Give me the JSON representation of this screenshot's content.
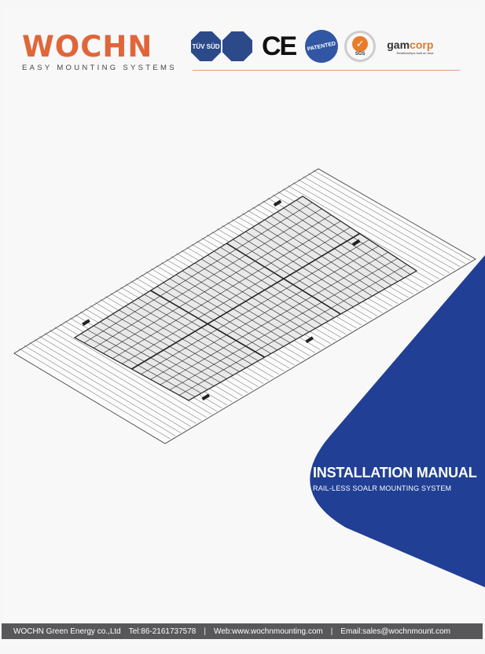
{
  "brand": {
    "logo_text": "WOCHN",
    "tagline": "EASY MOUNTING SYSTEMS"
  },
  "certifications": {
    "tuv": "TÜV SÜD",
    "ce": "CE",
    "patented": "PATENTED",
    "sgs": "SGS",
    "gamcorp_a": "gam",
    "gamcorp_b": "corp",
    "gamcorp_slogan": "Relationships built on trust"
  },
  "cover": {
    "title": "INSTALLATION MANUAL",
    "subtitle": "RAIL-LESS SOALR MOUNTING SYSTEM"
  },
  "colors": {
    "brand_navy": "#2e2d5e",
    "brand_orange": "#e0663a",
    "accent_blue": "#213f94",
    "footer_bg": "#58585a"
  },
  "footer": {
    "company": "WOCHN Green Energy co.,Ltd",
    "tel": "Tel:86-2161737578",
    "web": "Web:www.wochnmounting.com",
    "email": "Email:sales@wochnmount.com",
    "separator": "|"
  }
}
